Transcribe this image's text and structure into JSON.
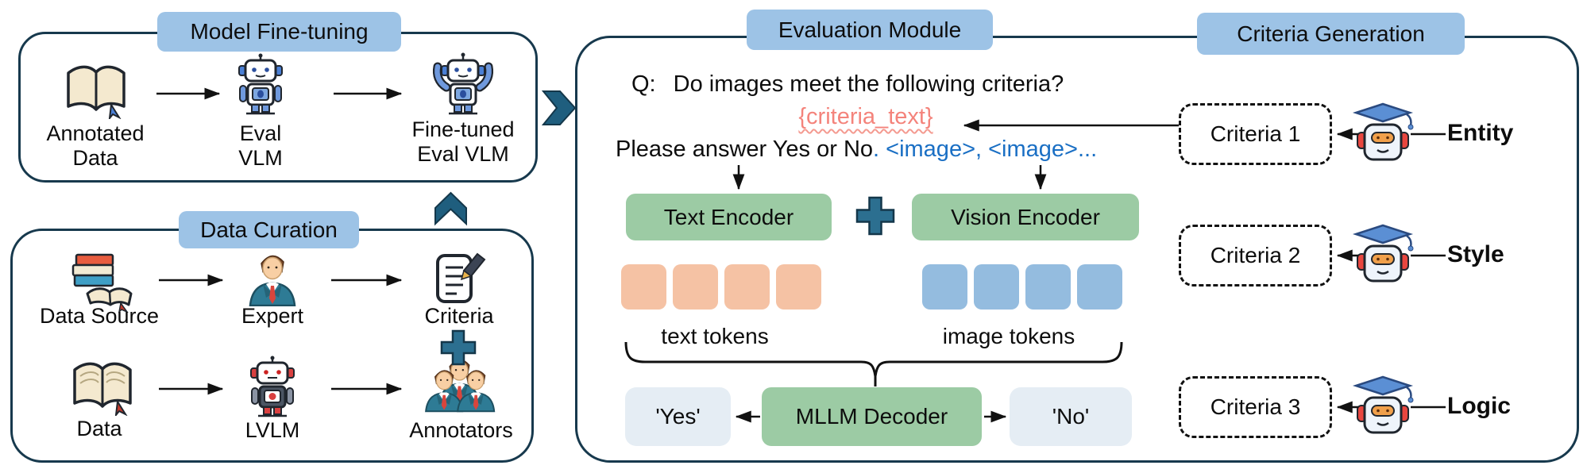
{
  "colors": {
    "header_blue": "#9dc3e6",
    "container_border": "#17394d",
    "box_green": "#9ccba4",
    "token_salmon": "#f5c2a4",
    "token_blue": "#94bcdf",
    "answer_box_gray": "#e5edf4",
    "accent_teal": "#1f5e7e",
    "criteria_coral": "#f4837b",
    "image_tag_blue": "#1a6fc4"
  },
  "model_finetuning": {
    "title": "Model Fine-tuning",
    "nodes": [
      {
        "icon": "open-book-blue-ribbon",
        "line1": "Annotated",
        "line2": "Data"
      },
      {
        "icon": "robot",
        "line1": "Eval",
        "line2": "VLM"
      },
      {
        "icon": "robot-raised-arms",
        "line1": "Fine-tuned",
        "line2": "Eval VLM"
      }
    ]
  },
  "data_curation": {
    "title": "Data Curation",
    "row1": [
      {
        "icon": "books-stack",
        "label": "Data Source"
      },
      {
        "icon": "expert-person",
        "label": "Expert"
      },
      {
        "icon": "document-pencil",
        "label": "Criteria"
      }
    ],
    "row2": [
      {
        "icon": "open-book-red-ribbon",
        "label": "Data"
      },
      {
        "icon": "robot-red",
        "label": "LVLM"
      },
      {
        "icon": "annotators-group",
        "label": "Annotators"
      }
    ]
  },
  "evaluation_module": {
    "title": "Evaluation Module",
    "q_label": "Q:",
    "q_text": "Do images meet the following criteria?",
    "criteria_placeholder": "{criteria_text}",
    "answer_text": "Please answer Yes or No",
    "image_tags": ". <image>, <image>...",
    "text_encoder": "Text Encoder",
    "vision_encoder": "Vision Encoder",
    "text_tokens_label": "text tokens",
    "image_tokens_label": "image tokens",
    "decoder": "MLLM Decoder",
    "yes_label": "'Yes'",
    "no_label": "'No'"
  },
  "criteria_generation": {
    "title": "Criteria Generation",
    "rows": [
      {
        "criteria": "Criteria 1",
        "aspect": "Entity"
      },
      {
        "criteria": "Criteria 2",
        "aspect": "Style"
      },
      {
        "criteria": "Criteria 3",
        "aspect": "Logic"
      }
    ]
  }
}
